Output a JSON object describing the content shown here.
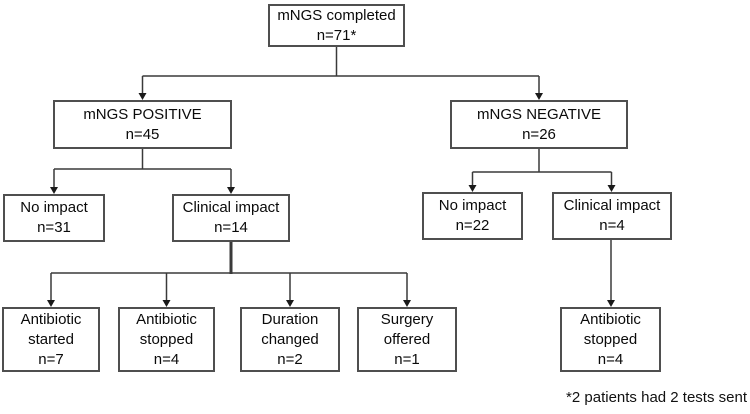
{
  "diagram": {
    "type": "flowchart",
    "nodes": {
      "root": {
        "lines": [
          "mNGS completed",
          "n=71*"
        ]
      },
      "positive": {
        "lines": [
          "mNGS POSITIVE",
          "n=45"
        ]
      },
      "negative": {
        "lines": [
          "mNGS NEGATIVE",
          "n=26"
        ]
      },
      "pos_no_impact": {
        "lines": [
          "No impact",
          "n=31"
        ]
      },
      "pos_clinical": {
        "lines": [
          "Clinical impact",
          "n=14"
        ]
      },
      "neg_no_impact": {
        "lines": [
          "No impact",
          "n=22"
        ]
      },
      "neg_clinical": {
        "lines": [
          "Clinical impact",
          "n=4"
        ]
      },
      "abx_started": {
        "lines": [
          "Antibiotic",
          "started",
          "n=7"
        ]
      },
      "abx_stopped": {
        "lines": [
          "Antibiotic",
          "stopped",
          "n=4"
        ]
      },
      "duration_changed": {
        "lines": [
          "Duration",
          "changed",
          "n=2"
        ]
      },
      "surgery_offered": {
        "lines": [
          "Surgery",
          "offered",
          "n=1"
        ]
      },
      "neg_abx_stopped": {
        "lines": [
          "Antibiotic",
          "stopped",
          "n=4"
        ]
      }
    },
    "footnote": "*2 patients had 2 tests sent",
    "colors": {
      "box_border": "#4f4f4f",
      "line": "#3a3a3a",
      "text": "#0a0a0a",
      "background": "#ffffff"
    }
  }
}
